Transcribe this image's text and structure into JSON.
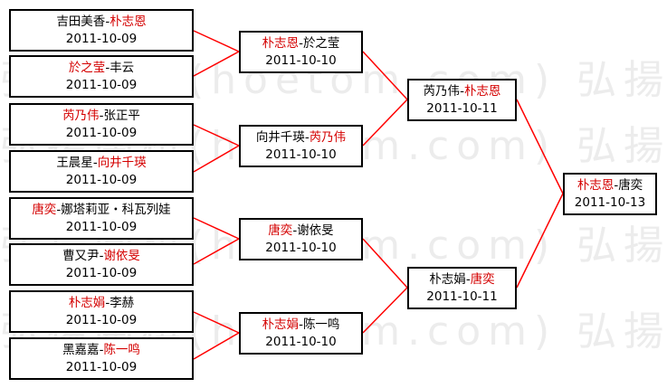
{
  "watermark": "弘揚圍棋(hoetom.com) 弘揚",
  "round1": [
    {
      "p1": "吉田美香",
      "p2": "朴志恩",
      "winner": 2,
      "date": "2011-10-09"
    },
    {
      "p1": "於之莹",
      "p2": "丰云",
      "winner": 1,
      "date": "2011-10-09"
    },
    {
      "p1": "芮乃伟",
      "p2": "张正平",
      "winner": 1,
      "date": "2011-10-09"
    },
    {
      "p1": "王晨星",
      "p2": "向井千瑛",
      "winner": 2,
      "date": "2011-10-09"
    },
    {
      "p1": "唐奕",
      "p2": "娜塔莉亚・科瓦列娃",
      "winner": 1,
      "date": "2011-10-09"
    },
    {
      "p1": "曹又尹",
      "p2": "谢依旻",
      "winner": 2,
      "date": "2011-10-09"
    },
    {
      "p1": "朴志娟",
      "p2": "李赫",
      "winner": 1,
      "date": "2011-10-09"
    },
    {
      "p1": "黑嘉嘉",
      "p2": "陈一鸣",
      "winner": 2,
      "date": "2011-10-09"
    }
  ],
  "round2": [
    {
      "p1": "朴志恩",
      "p2": "於之莹",
      "winner": 1,
      "date": "2011-10-10"
    },
    {
      "p1": "向井千瑛",
      "p2": "芮乃伟",
      "winner": 2,
      "date": "2011-10-10"
    },
    {
      "p1": "唐奕",
      "p2": "谢依旻",
      "winner": 1,
      "date": "2011-10-10"
    },
    {
      "p1": "朴志娟",
      "p2": "陈一鸣",
      "winner": 1,
      "date": "2011-10-10"
    }
  ],
  "round3": [
    {
      "p1": "芮乃伟",
      "p2": "朴志恩",
      "winner": 2,
      "date": "2011-10-11"
    },
    {
      "p1": "朴志娟",
      "p2": "唐奕",
      "winner": 2,
      "date": "2011-10-11"
    }
  ],
  "final": [
    {
      "p1": "朴志恩",
      "p2": "唐奕",
      "winner": 1,
      "date": "2011-10-13"
    }
  ],
  "colors": {
    "winner": "#d40000",
    "connector": "#ff0000",
    "border": "#000000"
  }
}
